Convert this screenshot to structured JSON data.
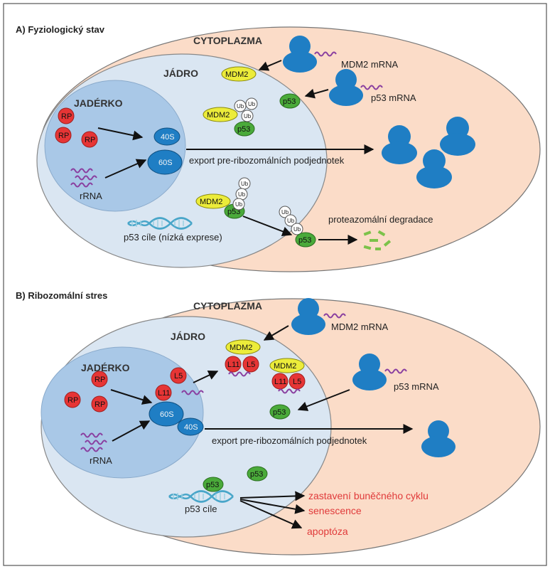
{
  "panelA": {
    "title": "A) Fyziologický stav",
    "cytoplasm": "CYTOPLAZMA",
    "nucleus": "JÁDRO",
    "nucleolus": "JADÉRKO",
    "rp": "RP",
    "rrna": "rRNA",
    "s40": "40S",
    "s60": "60S",
    "mdm2": "MDM2",
    "p53": "p53",
    "ub": "Ub",
    "mdm2_mrna": "MDM2 mRNA",
    "p53_mrna": "p53 mRNA",
    "export": "export pre-ribozomálních podjednotek",
    "degradation": "proteazomální degradace",
    "targets": "p53 cíle (nízká exprese)"
  },
  "panelB": {
    "title": "B) Ribozomální stres",
    "cytoplasm": "CYTOPLAZMA",
    "nucleus": "JÁDRO",
    "nucleolus": "JADÉRKO",
    "rp": "RP",
    "rrna": "rRNA",
    "l5": "L5",
    "l11": "L11",
    "s60": "60S",
    "s40": "40S",
    "mdm2": "MDM2",
    "p53": "p53",
    "mdm2_mrna": "MDM2 mRNA",
    "p53_mrna": "p53 mRNA",
    "export": "export pre-ribozomálních podjednotek",
    "targets": "p53 cíle",
    "outcome1": "zastavení buněčného cyklu",
    "outcome2": "senescence",
    "outcome3": "apoptóza"
  },
  "colors": {
    "cytoplasm": "#fbdcc8",
    "nucleus": "#dae6f2",
    "nucleolus": "#a9c8e7",
    "ribosome": "#1f7ec4",
    "rp": "#e63535",
    "mdm2": "#ecec3a",
    "p53": "#4aaa3a",
    "mrna": "#8a3fa0",
    "outcome": "#e03a3a"
  }
}
